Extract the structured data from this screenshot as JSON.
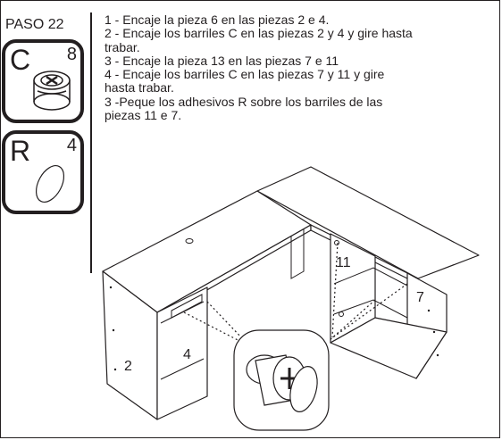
{
  "step": {
    "title": "PASO 22"
  },
  "parts": [
    {
      "letter": "C",
      "quantity": "8",
      "icon": "cam-barrel-icon"
    },
    {
      "letter": "R",
      "quantity": "4",
      "icon": "round-sticker-icon"
    }
  ],
  "instructions": [
    "1 - Encaje la pieza 6 en las piezas 2 e 4.",
    "2 - Encaje los barriles C en las piezas 2 y 4 y gire hasta",
    "trabar.",
    "3 - Encaje la pieza 13 en las piezas 7 e 11",
    "4 - Encaje los barriles C en las piezas 7 y 11 y gire",
    "hasta trabar.",
    "3 -Peque los adhesivos R sobre los barriles de las",
    "piezas 11 e 7."
  ],
  "piece_labels": {
    "p2": "2",
    "p4": "4",
    "p11": "11",
    "p7": "7"
  },
  "colors": {
    "ink": "#231f20",
    "background": "#ffffff"
  }
}
